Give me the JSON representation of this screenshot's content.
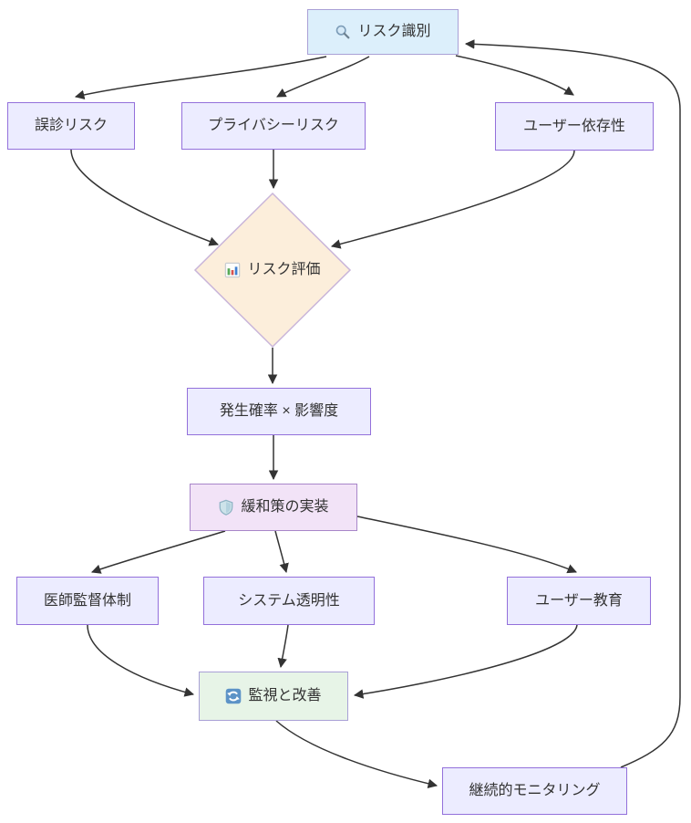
{
  "diagram": {
    "type": "flowchart",
    "nodes": {
      "risk_identification": {
        "label": "リスク識別",
        "icon": "magnifier-icon",
        "shape": "rect",
        "fill": "#dceffb"
      },
      "misdiagnosis": {
        "label": "誤診リスク",
        "shape": "rect",
        "fill": "#ececff"
      },
      "privacy": {
        "label": "プライバシーリスク",
        "shape": "rect",
        "fill": "#ececff"
      },
      "dependency": {
        "label": "ユーザー依存性",
        "shape": "rect",
        "fill": "#ececff"
      },
      "assessment": {
        "label": "リスク評価",
        "icon": "bar-chart-icon",
        "shape": "diamond",
        "fill": "#fceedb"
      },
      "formula": {
        "label": "発生確率 × 影響度",
        "shape": "rect",
        "fill": "#ececff"
      },
      "mitigation": {
        "label": "緩和策の実装",
        "icon": "shield-icon",
        "shape": "rect",
        "fill": "#f2e3f7"
      },
      "supervision": {
        "label": "医師監督体制",
        "shape": "rect",
        "fill": "#ececff"
      },
      "transparency": {
        "label": "システム透明性",
        "shape": "rect",
        "fill": "#ececff"
      },
      "education": {
        "label": "ユーザー教育",
        "shape": "rect",
        "fill": "#ececff"
      },
      "monitoring": {
        "label": "監視と改善",
        "icon": "refresh-icon",
        "shape": "rect",
        "fill": "#e7f4e7"
      },
      "continuous": {
        "label": "継続的モニタリング",
        "shape": "rect",
        "fill": "#ececff"
      }
    },
    "edges": [
      {
        "from": "risk_identification",
        "to": "misdiagnosis"
      },
      {
        "from": "risk_identification",
        "to": "privacy"
      },
      {
        "from": "risk_identification",
        "to": "dependency"
      },
      {
        "from": "misdiagnosis",
        "to": "assessment"
      },
      {
        "from": "privacy",
        "to": "assessment"
      },
      {
        "from": "dependency",
        "to": "assessment"
      },
      {
        "from": "assessment",
        "to": "formula"
      },
      {
        "from": "formula",
        "to": "mitigation"
      },
      {
        "from": "mitigation",
        "to": "supervision"
      },
      {
        "from": "mitigation",
        "to": "transparency"
      },
      {
        "from": "mitigation",
        "to": "education"
      },
      {
        "from": "supervision",
        "to": "monitoring"
      },
      {
        "from": "transparency",
        "to": "monitoring"
      },
      {
        "from": "education",
        "to": "monitoring"
      },
      {
        "from": "monitoring",
        "to": "continuous"
      },
      {
        "from": "continuous",
        "to": "risk_identification"
      }
    ],
    "colors": {
      "default_fill": "#ececff",
      "default_border": "#9370db",
      "identification_fill": "#dceffb",
      "assessment_fill": "#fceedb",
      "mitigation_fill": "#f2e3f7",
      "monitoring_fill": "#e7f4e7",
      "styled_border": "#a9a0d6",
      "edge_color": "#333333",
      "text_color": "#333333"
    }
  }
}
